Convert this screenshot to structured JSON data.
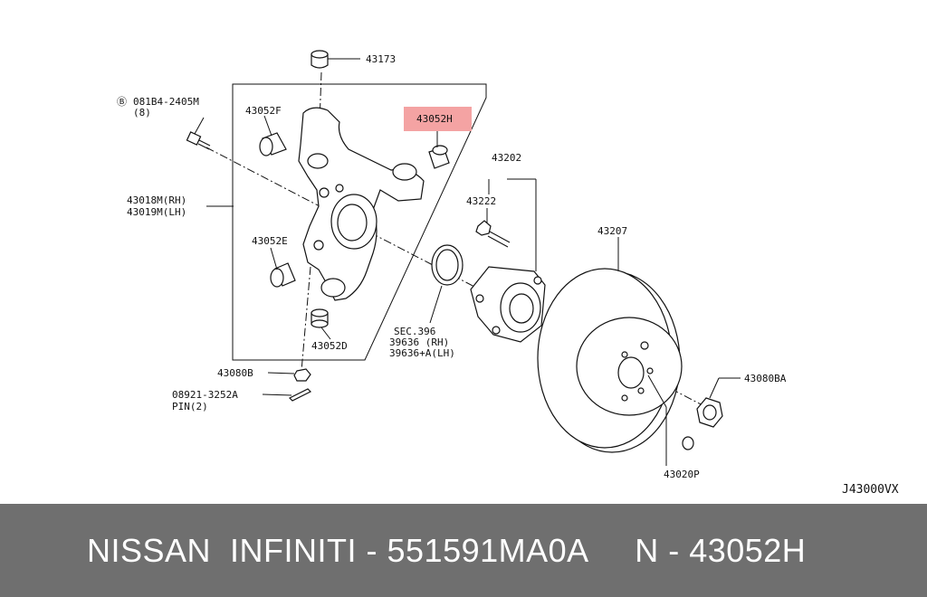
{
  "diagram": {
    "labels": {
      "p43173": "43173",
      "p081b4": "081B4-2405M",
      "p081b4_qty": "(8)",
      "p43052f": "43052F",
      "p43052h": "43052H",
      "p43018m": "43018M(RH)",
      "p43019m": "43019M(LH)",
      "p43052e": "43052E",
      "p43052d": "43052D",
      "p43080b": "43080B",
      "p08921": "08921-3252A",
      "p_pin": "PIN(2)",
      "p43202": "43202",
      "p43222": "43222",
      "p_sec": "SEC.396",
      "p39636rh": "39636  (RH)",
      "p39636lh": "39636+A(LH)",
      "p43207": "43207",
      "p43080ba": "43080BA",
      "p43020p": "43020P",
      "ref": "J43000VX"
    },
    "highlight_color": "#f4a3a3"
  },
  "footer": {
    "text": "NISSAN  INFINITI - 551591MA0A     N - 43052H",
    "background": "#6f6f6f"
  }
}
